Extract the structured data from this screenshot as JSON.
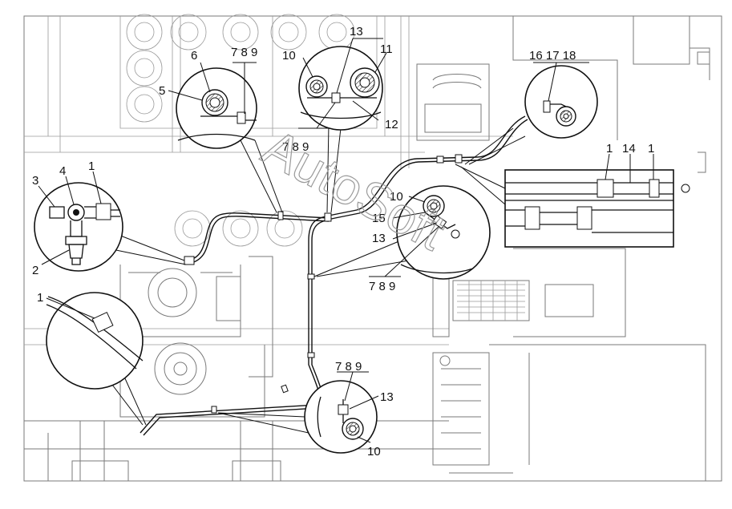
{
  "watermark": "AutoSoft",
  "callouts": {
    "top_left": {
      "labels": [
        "6",
        "5",
        "7 8 9"
      ]
    },
    "top_center": {
      "labels": [
        "10",
        "13",
        "11",
        "12",
        "7 8 9"
      ]
    },
    "top_right": {
      "labels": [
        "16 17 18"
      ]
    },
    "left": {
      "labels": [
        "3",
        "4",
        "1",
        "2"
      ]
    },
    "bottom_left": {
      "labels": [
        "1"
      ]
    },
    "middle_right": {
      "labels": [
        "10",
        "15",
        "13",
        "7 8 9"
      ]
    },
    "bottom_center": {
      "labels": [
        "7 8 9",
        "13",
        "10"
      ]
    },
    "right_rect": {
      "labels": [
        "1",
        "14",
        "1"
      ]
    }
  }
}
